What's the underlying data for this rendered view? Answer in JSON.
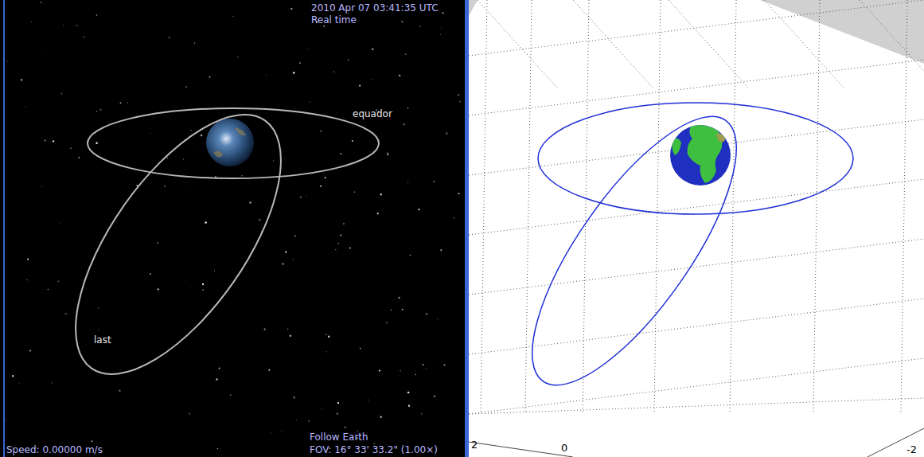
{
  "diagram": {
    "labels": [
      "2010 Apr 07 03:41:35 UTC",
      "Real time",
      "equador",
      "last",
      "Speed: 0.00000 m/s",
      "Follow Earth",
      "FOV: 16° 33' 33.2\" (1.00×)",
      "2",
      "0",
      "-2"
    ]
  }
}
